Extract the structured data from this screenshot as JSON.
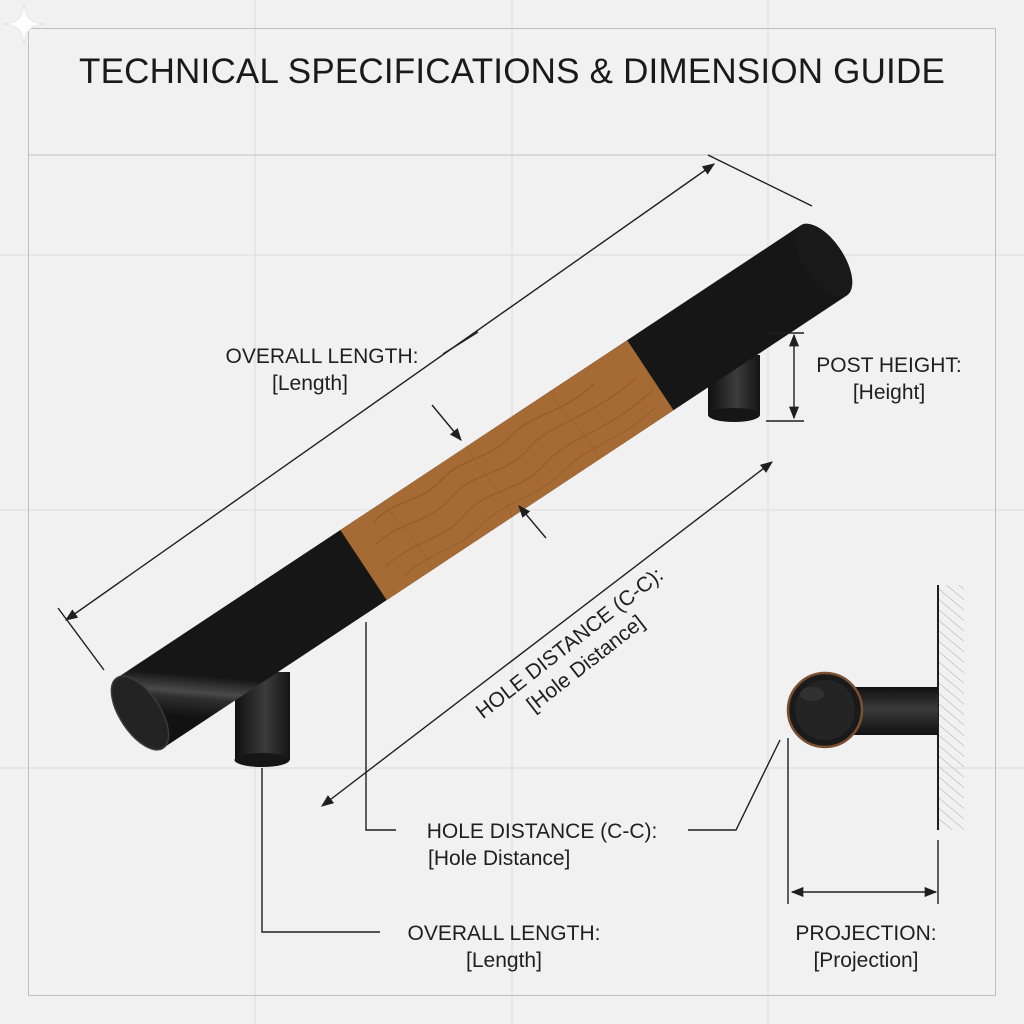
{
  "title": "TECHNICAL SPECIFICATIONS & DIMENSION GUIDE",
  "labels": {
    "overall_top": {
      "name": "OVERALL LENGTH:",
      "value": "[Length]"
    },
    "post_height": {
      "name": "POST HEIGHT:",
      "value": "[Height]"
    },
    "hole_diag": {
      "name": "HOLE DISTANCE (C-C):",
      "value": "[Hole Distance]"
    },
    "hole_bottom": {
      "name": "HOLE DISTANCE (C-C):",
      "value": "[Hole Distance]"
    },
    "overall_bottom": {
      "name": "OVERALL LENGTH:",
      "value": "[Length]"
    },
    "projection": {
      "name": "PROJECTION:",
      "value": "[Projection]"
    }
  },
  "colors": {
    "background": "#f1f1f1",
    "metal": "#1b1b1b",
    "wood": "#b97d48",
    "lines": "#1f1f1f",
    "grid": "#dcdcdc"
  }
}
